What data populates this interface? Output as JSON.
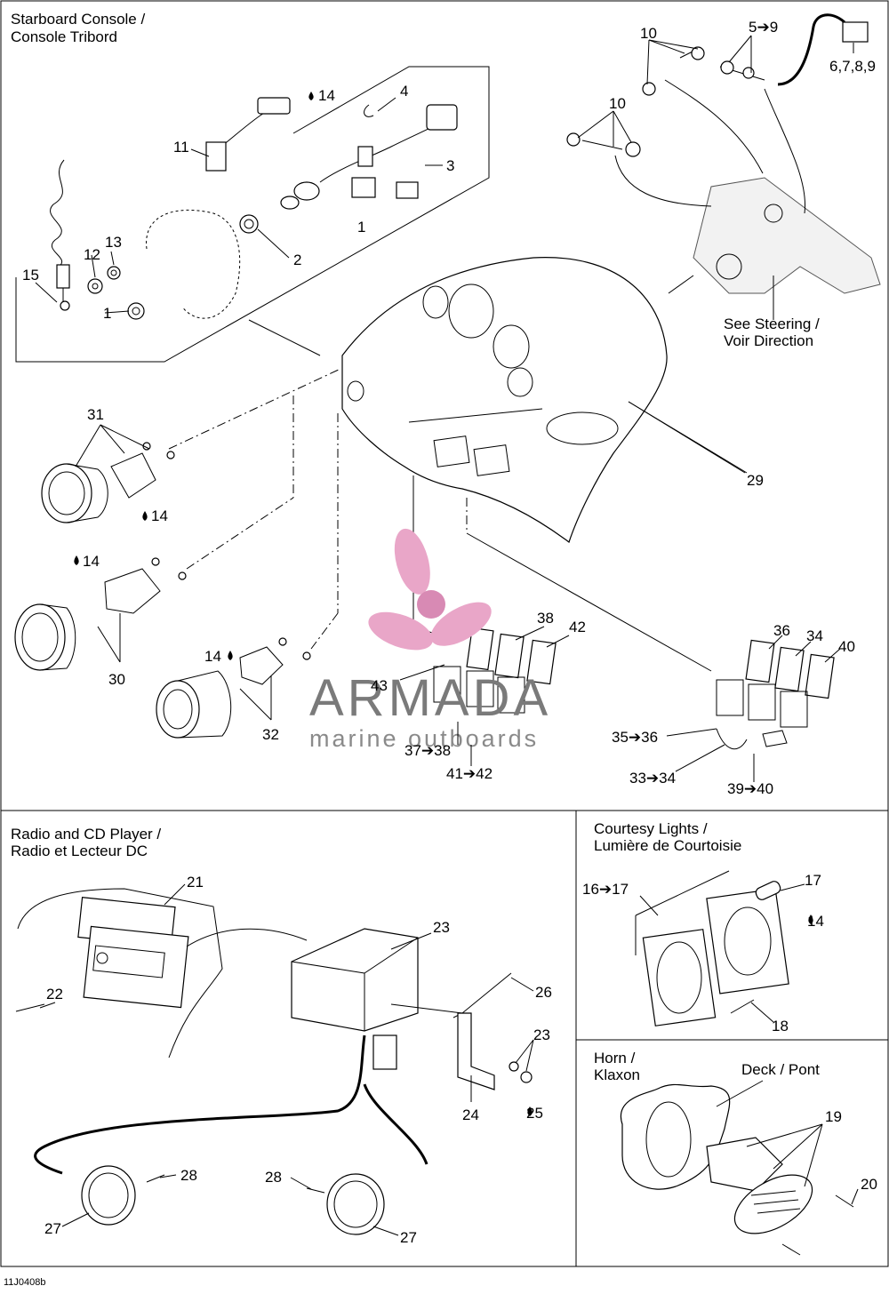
{
  "sections": {
    "starboard": {
      "title_line1": "Starboard Console /",
      "title_line2": "Console Tribord"
    },
    "steering_ref": {
      "line1": "See  Steering /",
      "line2": "Voir Direction"
    },
    "radio": {
      "title_line1": "Radio and CD Player /",
      "title_line2": "Radio et Lecteur DC"
    },
    "courtesy": {
      "title_line1": "Courtesy Lights /",
      "title_line2": "Lumière de Courtoisie"
    },
    "horn": {
      "title_line1": "Horn /",
      "title_line2": "Klaxon",
      "deck_label": "Deck / Pont"
    }
  },
  "watermark": {
    "brand": "ARMADA",
    "tagline": "marine outboards",
    "colors": {
      "logo": "#e9a6c8",
      "logo_center": "#d88ab4",
      "text": "#7a7a7a"
    }
  },
  "figure_id": "11J0408b",
  "callouts": [
    "1",
    "1",
    "2",
    "3",
    "4",
    "14",
    "11",
    "5➔9",
    "6,7,8,9",
    "10",
    "10",
    "12",
    "13",
    "15",
    "31",
    "14",
    "14",
    "30",
    "14",
    "32",
    "29",
    "38",
    "42",
    "43",
    "37➔38",
    "41➔42",
    "36",
    "34",
    "40",
    "35➔36",
    "33➔34",
    "39➔40",
    "21",
    "22",
    "23",
    "26",
    "23",
    "24",
    "25",
    "28",
    "27",
    "28",
    "27",
    "16➔17",
    "17",
    "14",
    "18",
    "19",
    "20"
  ]
}
